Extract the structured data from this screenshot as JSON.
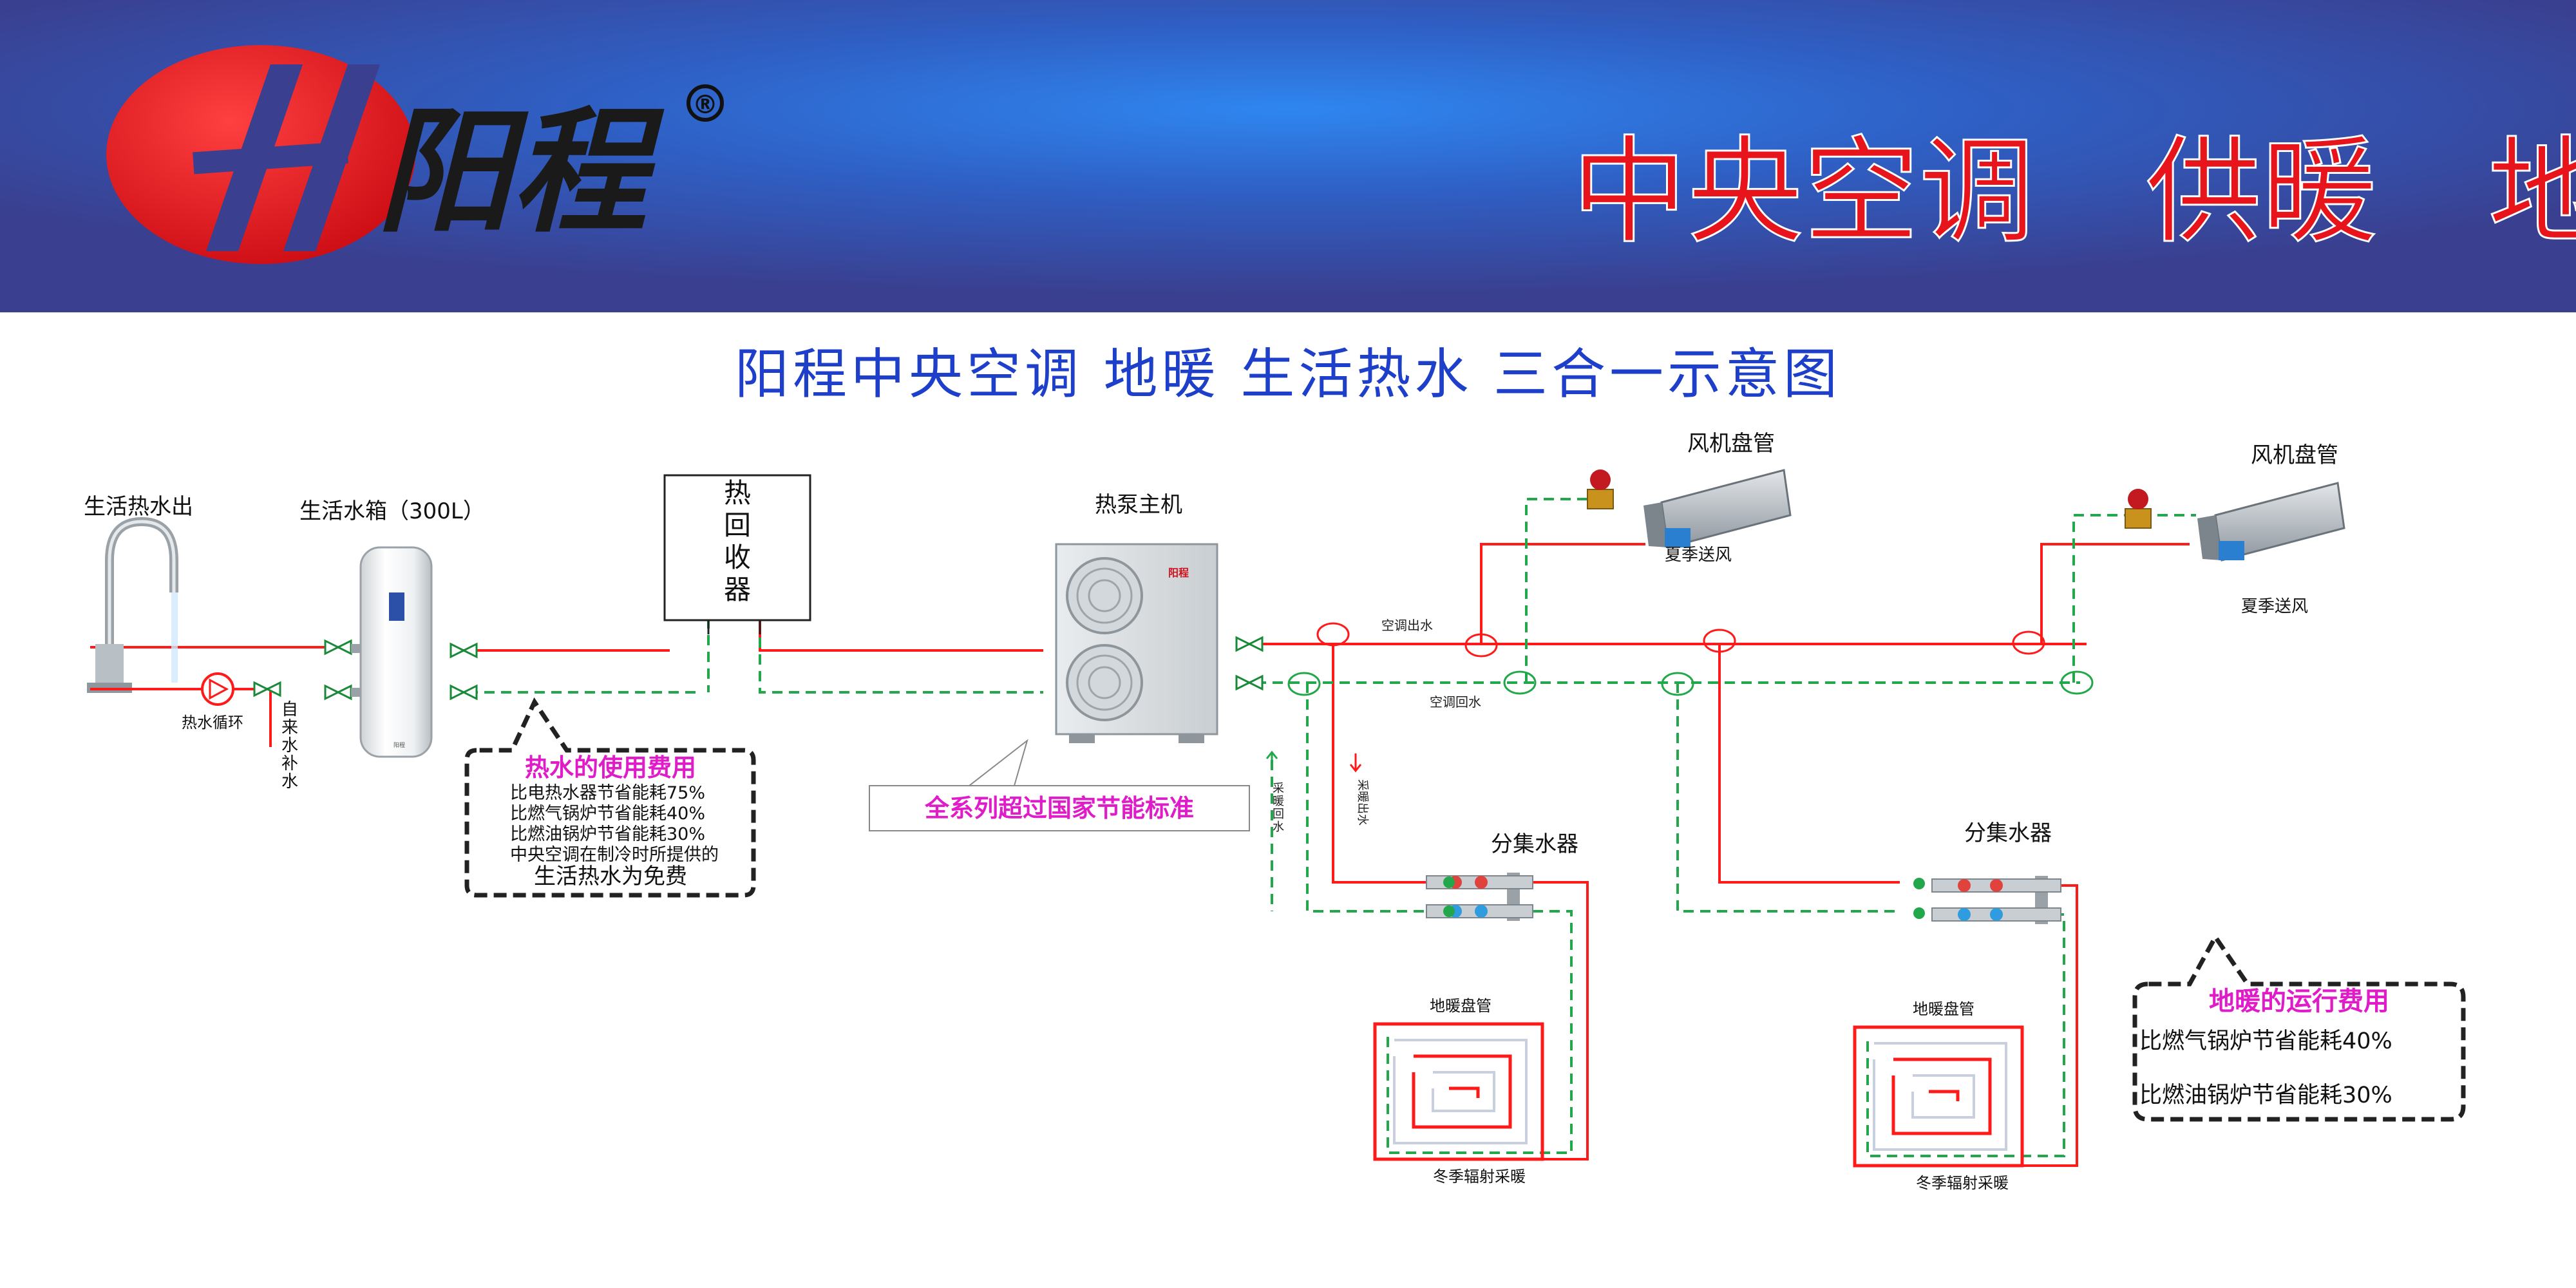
{
  "header": {
    "brand_name": "阳程",
    "registered_mark": "®",
    "slogan": "中央空调   供暖   地暖"
  },
  "diagram_title": "阳程中央空调 地暖 生活热水 三合一示意图",
  "labels": {
    "hot_water_out": "生活热水出",
    "tank": "生活水箱（300L）",
    "heat_recovery": [
      "热",
      "回",
      "收",
      "器"
    ],
    "heat_pump": "热泵主机",
    "fan_coil_left": "风机盘管",
    "fan_coil_right": "风机盘管",
    "summer_air_left": "夏季送风",
    "summer_air_right": "夏季送风",
    "ac_supply": "空调出水",
    "ac_return": "空调回水",
    "circulation": "热水循环",
    "tap_refill": [
      "自",
      "来",
      "水",
      "补",
      "水"
    ],
    "heating_return": [
      "采",
      "暖",
      "回",
      "水"
    ],
    "heating_supply": "采暖出水",
    "manifold_left": "分集水器",
    "manifold_right": "分集水器",
    "floor_coil_left": "地暖盘管",
    "floor_coil_right": "地暖盘管",
    "winter_left": "冬季辐射采暖",
    "winter_right": "冬季辐射采暖",
    "unit_brand": "阳程",
    "tank_brand": "阳程"
  },
  "hot_water_cost": {
    "title": "热水的使用费用",
    "lines": [
      "比电热水器节省能耗75%",
      "比燃气锅炉节省能耗40%",
      "比燃油锅炉节省能耗30%",
      "中央空调在制冷时所提供的"
    ],
    "last_line": "生活热水为免费"
  },
  "standard_note": "全系列超过国家节能标准",
  "floor_cost": {
    "title": "地暖的运行费用",
    "lines": [
      "比燃气锅炉节省能耗40%",
      "比燃油锅炉节省能耗30%"
    ]
  },
  "colors": {
    "header_blue": "#3a3f8f",
    "header_glow": "#2f86f0",
    "hot_pipe": "#ff1a1a",
    "return_pipe": "#22a84a",
    "title_blue": "#1d3fc9",
    "callout_magenta": "#e01cc9",
    "brand_red": "#e8141c"
  }
}
